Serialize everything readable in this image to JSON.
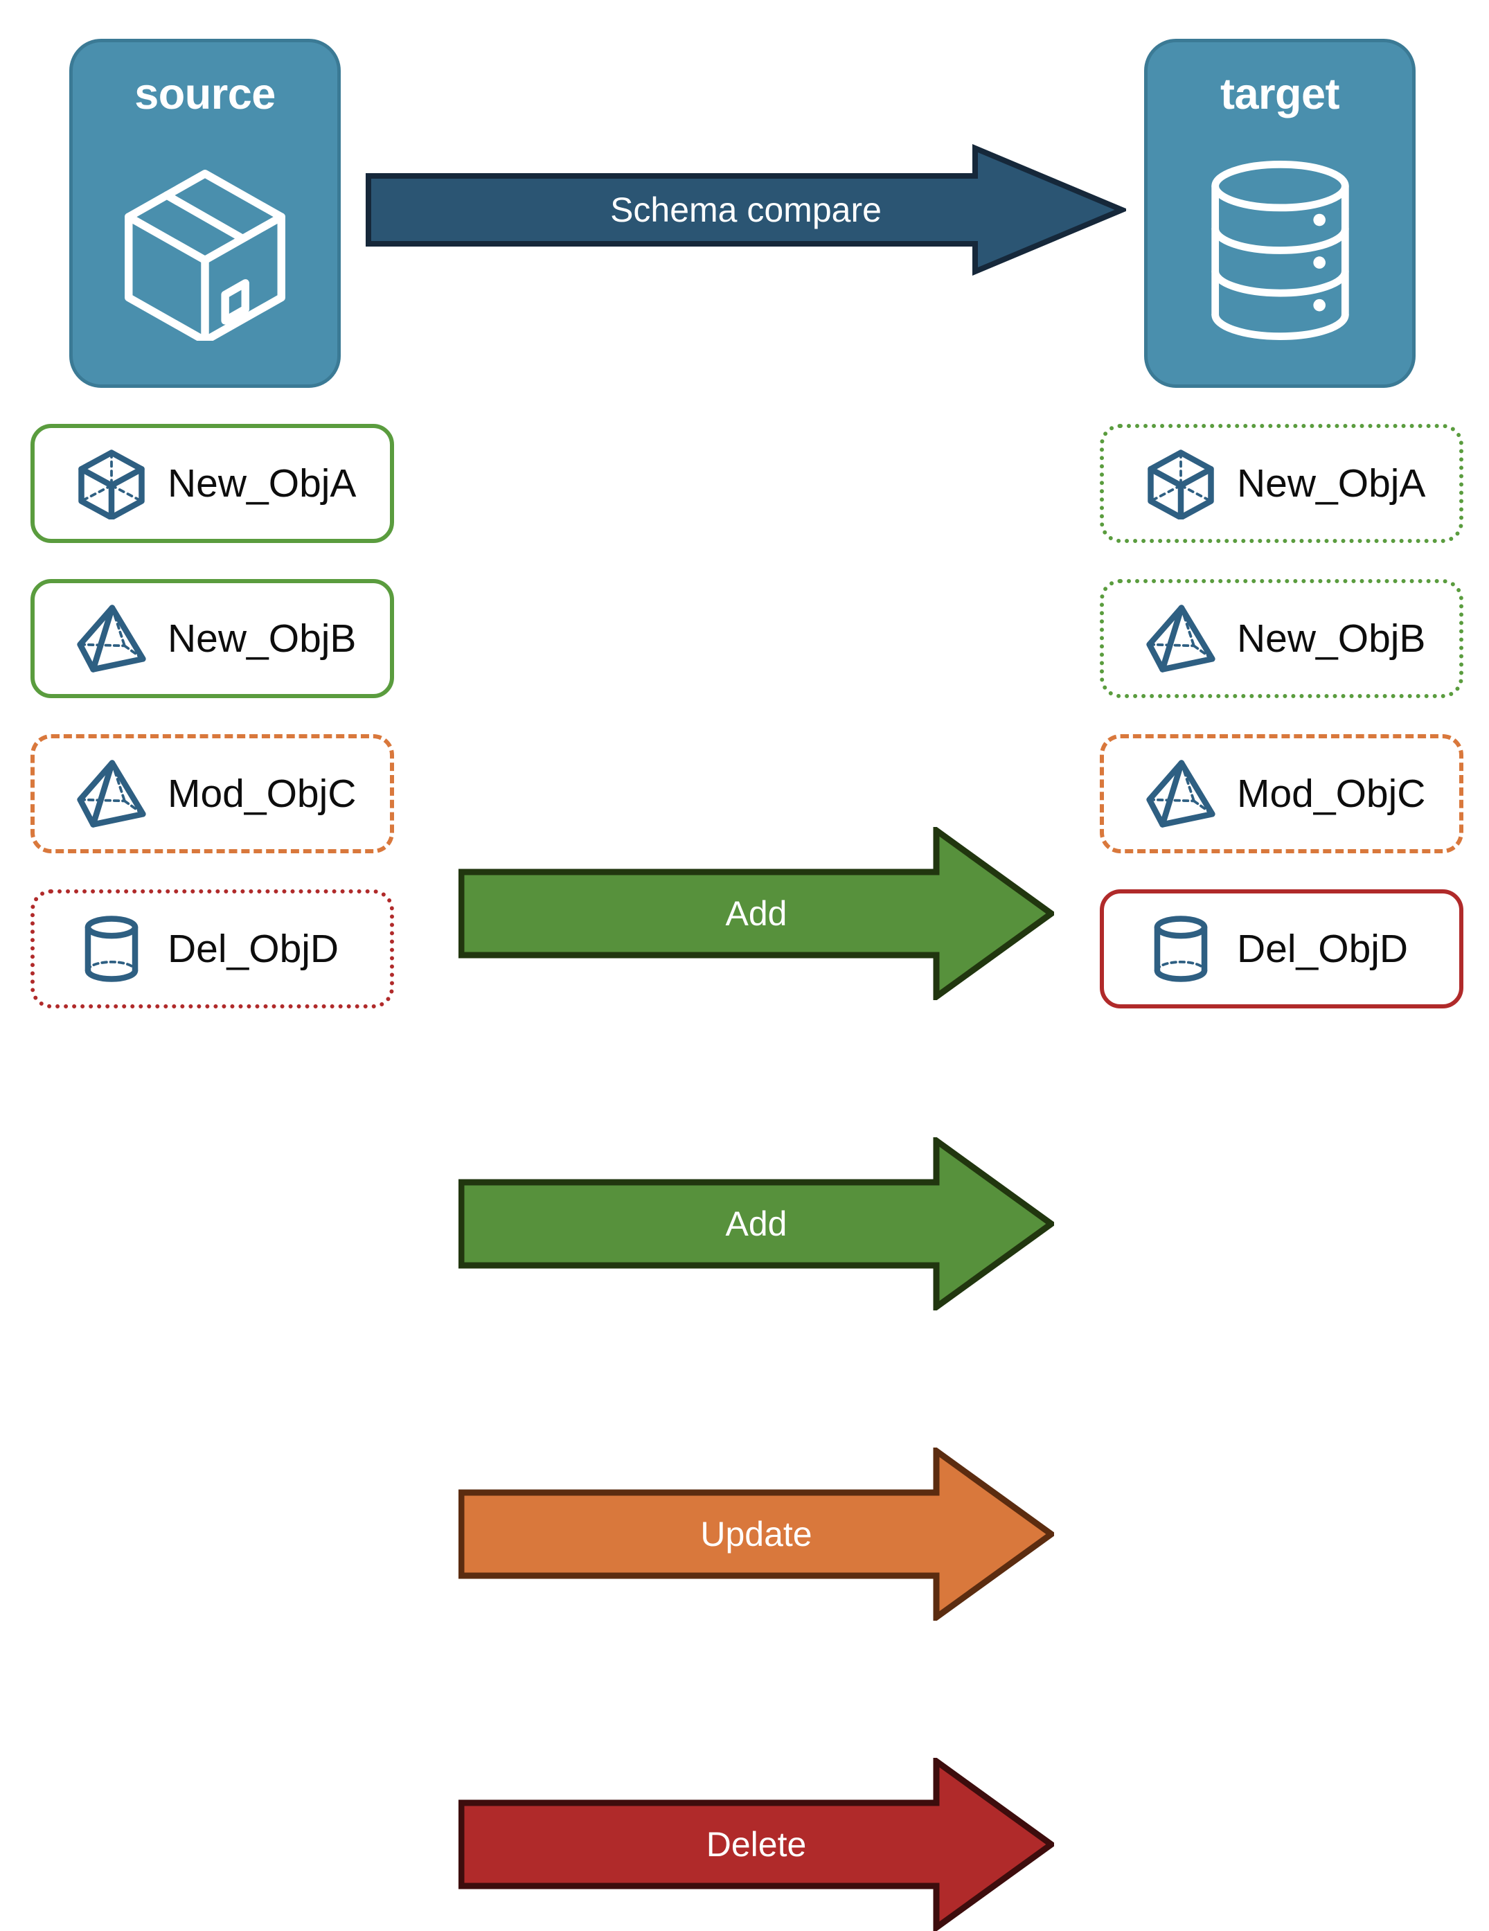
{
  "diagram": {
    "title": "Schema compare",
    "endpoints": [
      {
        "id": "source",
        "label": "source",
        "icon": "package-box-icon"
      },
      {
        "id": "target",
        "label": "target",
        "icon": "database-cylinder-icon"
      }
    ],
    "main_arrow": {
      "label": "Schema compare",
      "fill": "#2b5573",
      "stroke": "#16283a",
      "text_color": "#ffffff"
    },
    "colors": {
      "endpoint_fill": "#4a8fad",
      "endpoint_stroke": "#3b7a95",
      "add": "#5a9c3e",
      "add_arrow_fill": "#57913c",
      "add_arrow_stroke": "#21360f",
      "update": "#d9783c",
      "update_arrow_fill": "#d9783c",
      "update_arrow_stroke": "#5b2c10",
      "delete": "#b02a2a",
      "delete_arrow_fill": "#b02a2a",
      "delete_arrow_stroke": "#3d0d0d",
      "object_icon": "#2e5f82",
      "object_text": "#0d0d0d"
    },
    "rows": [
      {
        "action": "Add",
        "arrow_fill": "#57913c",
        "arrow_stroke": "#21360f",
        "source": {
          "label": "New_ObjA",
          "icon": "cube-3d-icon",
          "border_color": "#5a9c3e",
          "border_style": "solid"
        },
        "target": {
          "label": "New_ObjA",
          "icon": "cube-3d-icon",
          "border_color": "#5a9c3e",
          "border_style": "dotted"
        }
      },
      {
        "action": "Add",
        "arrow_fill": "#57913c",
        "arrow_stroke": "#21360f",
        "source": {
          "label": "New_ObjB",
          "icon": "pyramid-3d-icon",
          "border_color": "#5a9c3e",
          "border_style": "solid"
        },
        "target": {
          "label": "New_ObjB",
          "icon": "pyramid-3d-icon",
          "border_color": "#5a9c3e",
          "border_style": "dotted"
        }
      },
      {
        "action": "Update",
        "arrow_fill": "#d9783c",
        "arrow_stroke": "#5b2c10",
        "source": {
          "label": "Mod_ObjC",
          "icon": "pyramid-3d-icon",
          "border_color": "#d9783c",
          "border_style": "dashed"
        },
        "target": {
          "label": "Mod_ObjC",
          "icon": "pyramid-3d-icon",
          "border_color": "#d9783c",
          "border_style": "dashed"
        }
      },
      {
        "action": "Delete",
        "arrow_fill": "#b02a2a",
        "arrow_stroke": "#3d0d0d",
        "source": {
          "label": "Del_ObjD",
          "icon": "cylinder-3d-icon",
          "border_color": "#b02a2a",
          "border_style": "dotted"
        },
        "target": {
          "label": "Del_ObjD",
          "icon": "cylinder-3d-icon",
          "border_color": "#b02a2a",
          "border_style": "solid"
        }
      }
    ]
  }
}
